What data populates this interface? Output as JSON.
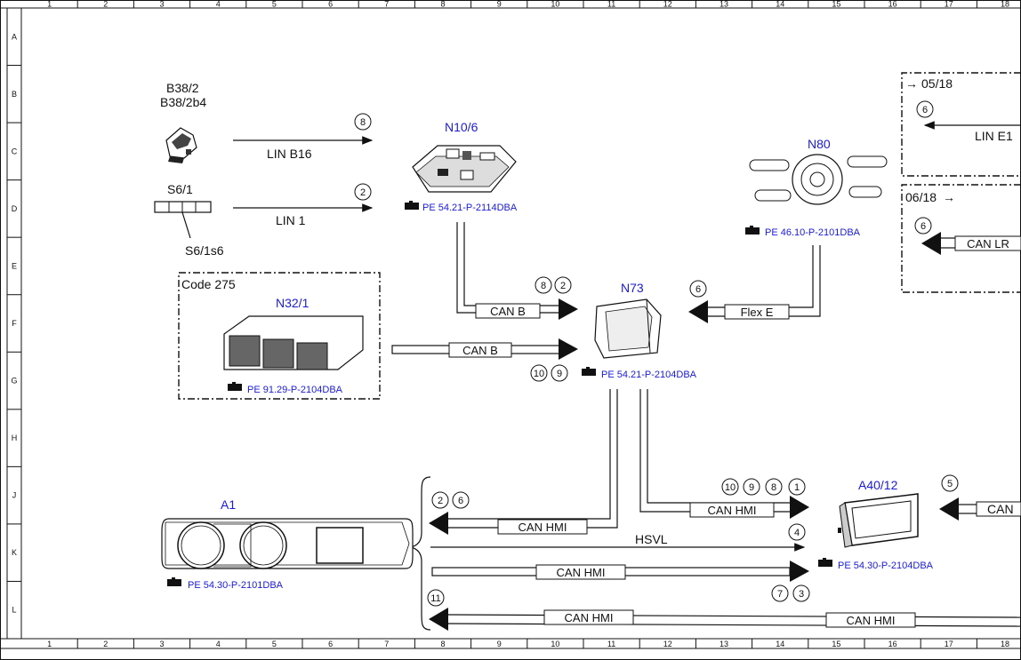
{
  "grid": {
    "columns": [
      "1",
      "2",
      "3",
      "4",
      "5",
      "6",
      "7",
      "8",
      "9",
      "10",
      "11",
      "12",
      "13",
      "14",
      "15",
      "16",
      "17",
      "18"
    ],
    "rows": [
      "A",
      "B",
      "C",
      "D",
      "E",
      "F",
      "G",
      "H",
      "J",
      "K",
      "L"
    ]
  },
  "components": {
    "b38": {
      "line1": "B38/2",
      "line2": "B38/2b4"
    },
    "s61": {
      "label": "S6/1",
      "sub": "S6/1s6"
    },
    "n106": {
      "label": "N10/6",
      "ref": "PE 54.21-P-2114DBA"
    },
    "n80": {
      "label": "N80",
      "ref": "PE 46.10-P-2101DBA"
    },
    "n73": {
      "label": "N73",
      "ref": "PE 54.21-P-2104DBA"
    },
    "n321": {
      "code": "Code 275",
      "label": "N32/1",
      "ref": "PE 91.29-P-2104DBA"
    },
    "a1": {
      "label": "A1",
      "ref": "PE 54.30-P-2101DBA"
    },
    "a4012": {
      "label": "A40/12",
      "ref": "PE 54.30-P-2104DBA"
    }
  },
  "signals": {
    "lin_b16": "LIN B16",
    "lin_1": "LIN 1",
    "can_b_1": "CAN B",
    "can_b_2": "CAN B",
    "flex_e": "Flex E",
    "can_hmi_1": "CAN HMI",
    "can_hmi_2": "CAN HMI",
    "hsvl": "HSVL",
    "can_hmi_3": "CAN HMI",
    "can_hmi_4": "CAN HMI",
    "can_hmi_5": "CAN HMI",
    "lin_e1": "LIN E1",
    "can_lr": "CAN LR",
    "can_cut": "CAN"
  },
  "side_boxes": {
    "top": {
      "date": "05/18"
    },
    "bottom": {
      "date": "06/18"
    }
  },
  "markers": {
    "m8a": "8",
    "m2a": "2",
    "m8b": "8",
    "m2b": "2",
    "m6a": "6",
    "m10a": "10",
    "m9a": "9",
    "m2c": "2",
    "m6b": "6",
    "m10b": "10",
    "m9b": "9",
    "m8c": "8",
    "m1": "1",
    "m4": "4",
    "m7": "7",
    "m3": "3",
    "m11": "11",
    "m5": "5",
    "m6c": "6",
    "m6d": "6"
  }
}
